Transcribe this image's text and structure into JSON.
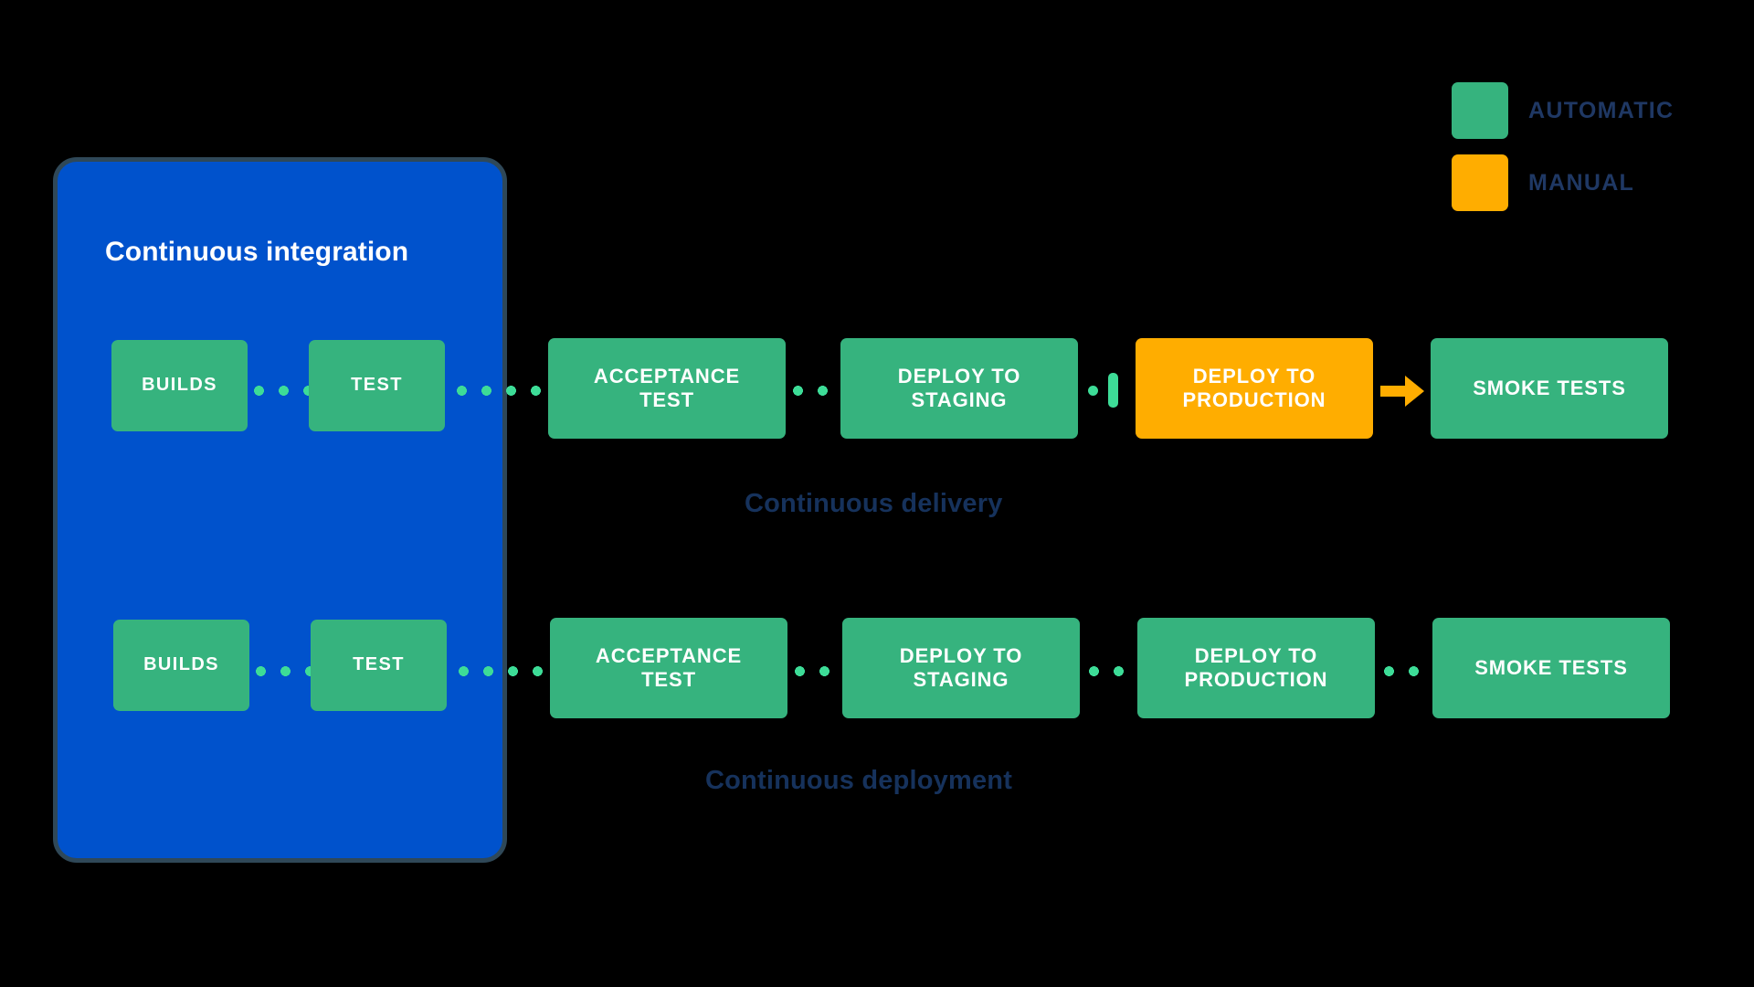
{
  "diagram": {
    "title": "Continuous integration",
    "background_color": "#000000",
    "colors": {
      "automatic": "#36b37e",
      "manual": "#ffad00",
      "ci_panel": "#0052cc",
      "ci_panel_border": "#2f4858",
      "caption_text": "#16325c",
      "connector_dot": "#3ddc97",
      "node_text": "#ffffff",
      "legend_text": "#1f3864"
    }
  },
  "ci_panel": {
    "title": "Continuous integration",
    "nodes": [
      {
        "label": "BUILDS",
        "type": "automatic",
        "row": "delivery"
      },
      {
        "label": "TEST",
        "type": "automatic",
        "row": "delivery"
      },
      {
        "label": "BUILDS",
        "type": "automatic",
        "row": "deployment"
      },
      {
        "label": "TEST",
        "type": "automatic",
        "row": "deployment"
      }
    ]
  },
  "pipelines": [
    {
      "name": "Continuous delivery",
      "caption": "Continuous delivery",
      "stages": [
        {
          "label": "ACCEPTANCE TEST",
          "line1": "ACCEPTANCE",
          "line2": "TEST",
          "type": "automatic"
        },
        {
          "label": "DEPLOY TO STAGING",
          "line1": "DEPLOY TO",
          "line2": "STAGING",
          "type": "automatic"
        },
        {
          "label": "DEPLOY TO PRODUCTION",
          "line1": "DEPLOY TO",
          "line2": "PRODUCTION",
          "type": "manual"
        },
        {
          "label": "SMOKE TESTS",
          "line1": "SMOKE TESTS",
          "line2": "",
          "type": "automatic"
        }
      ],
      "connectors": [
        "dotted",
        "dotted",
        "dotted",
        "arrow"
      ]
    },
    {
      "name": "Continuous deployment",
      "caption": "Continuous deployment",
      "stages": [
        {
          "label": "ACCEPTANCE TEST",
          "line1": "ACCEPTANCE",
          "line2": "TEST",
          "type": "automatic"
        },
        {
          "label": "DEPLOY TO STAGING",
          "line1": "DEPLOY TO",
          "line2": "STAGING",
          "type": "automatic"
        },
        {
          "label": "DEPLOY TO PRODUCTION",
          "line1": "DEPLOY TO",
          "line2": "PRODUCTION",
          "type": "automatic"
        },
        {
          "label": "SMOKE TESTS",
          "line1": "SMOKE TESTS",
          "line2": "",
          "type": "automatic"
        }
      ],
      "connectors": [
        "dotted",
        "dotted",
        "dotted",
        "dotted"
      ]
    }
  ],
  "legend": {
    "items": [
      {
        "label": "AUTOMATIC",
        "color": "#36b37e",
        "swatch": "green-square-icon"
      },
      {
        "label": "MANUAL",
        "color": "#ffad00",
        "swatch": "orange-square-icon"
      }
    ]
  }
}
